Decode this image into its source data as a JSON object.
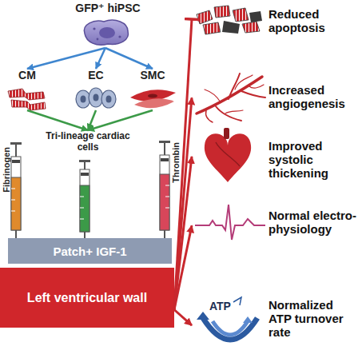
{
  "diagram": {
    "nodes": [
      {
        "text": [
          "GFP⁺ hiPSC"
        ]
      },
      {
        "text": [
          "CM"
        ]
      },
      {
        "text": [
          "EC"
        ]
      },
      {
        "text": [
          "SMC"
        ]
      },
      {
        "text": [
          "Tri-lineage cardiac cells"
        ]
      },
      {
        "text": [
          "Fibrinogen"
        ]
      },
      {
        "text": [
          "Thrombin"
        ]
      },
      {
        "text": [
          "Patch+ IGF-1"
        ]
      },
      {
        "text": [
          "Left ventricular wall"
        ]
      },
      {
        "text": [
          "Reduced apoptosis"
        ]
      },
      {
        "text": [
          "Increased angiogenesis"
        ]
      },
      {
        "text": [
          "Improved systolic thickening"
        ]
      },
      {
        "text": [
          "Normal electro-physiology"
        ]
      },
      {
        "text": [
          "Normalized ATP turnover rate"
        ]
      }
    ],
    "edges": [
      {
        "from": 0,
        "to": 1,
        "arrow": "to"
      },
      {
        "from": 0,
        "to": 2,
        "arrow": "to"
      },
      {
        "from": 0,
        "to": 3,
        "arrow": "to"
      },
      {
        "from": 1,
        "to": 4,
        "arrow": "to"
      },
      {
        "from": 2,
        "to": 4,
        "arrow": "to"
      },
      {
        "from": 3,
        "to": 4,
        "arrow": "to"
      },
      {
        "from": 8,
        "to": 9,
        "arrow": "to"
      },
      {
        "from": 8,
        "to": 10,
        "arrow": "to"
      },
      {
        "from": 8,
        "to": 11,
        "arrow": "to"
      },
      {
        "from": 8,
        "to": 12,
        "arrow": "to"
      },
      {
        "from": 8,
        "to": 13,
        "arrow": "to"
      }
    ],
    "labels": [
      "ATP"
    ]
  }
}
